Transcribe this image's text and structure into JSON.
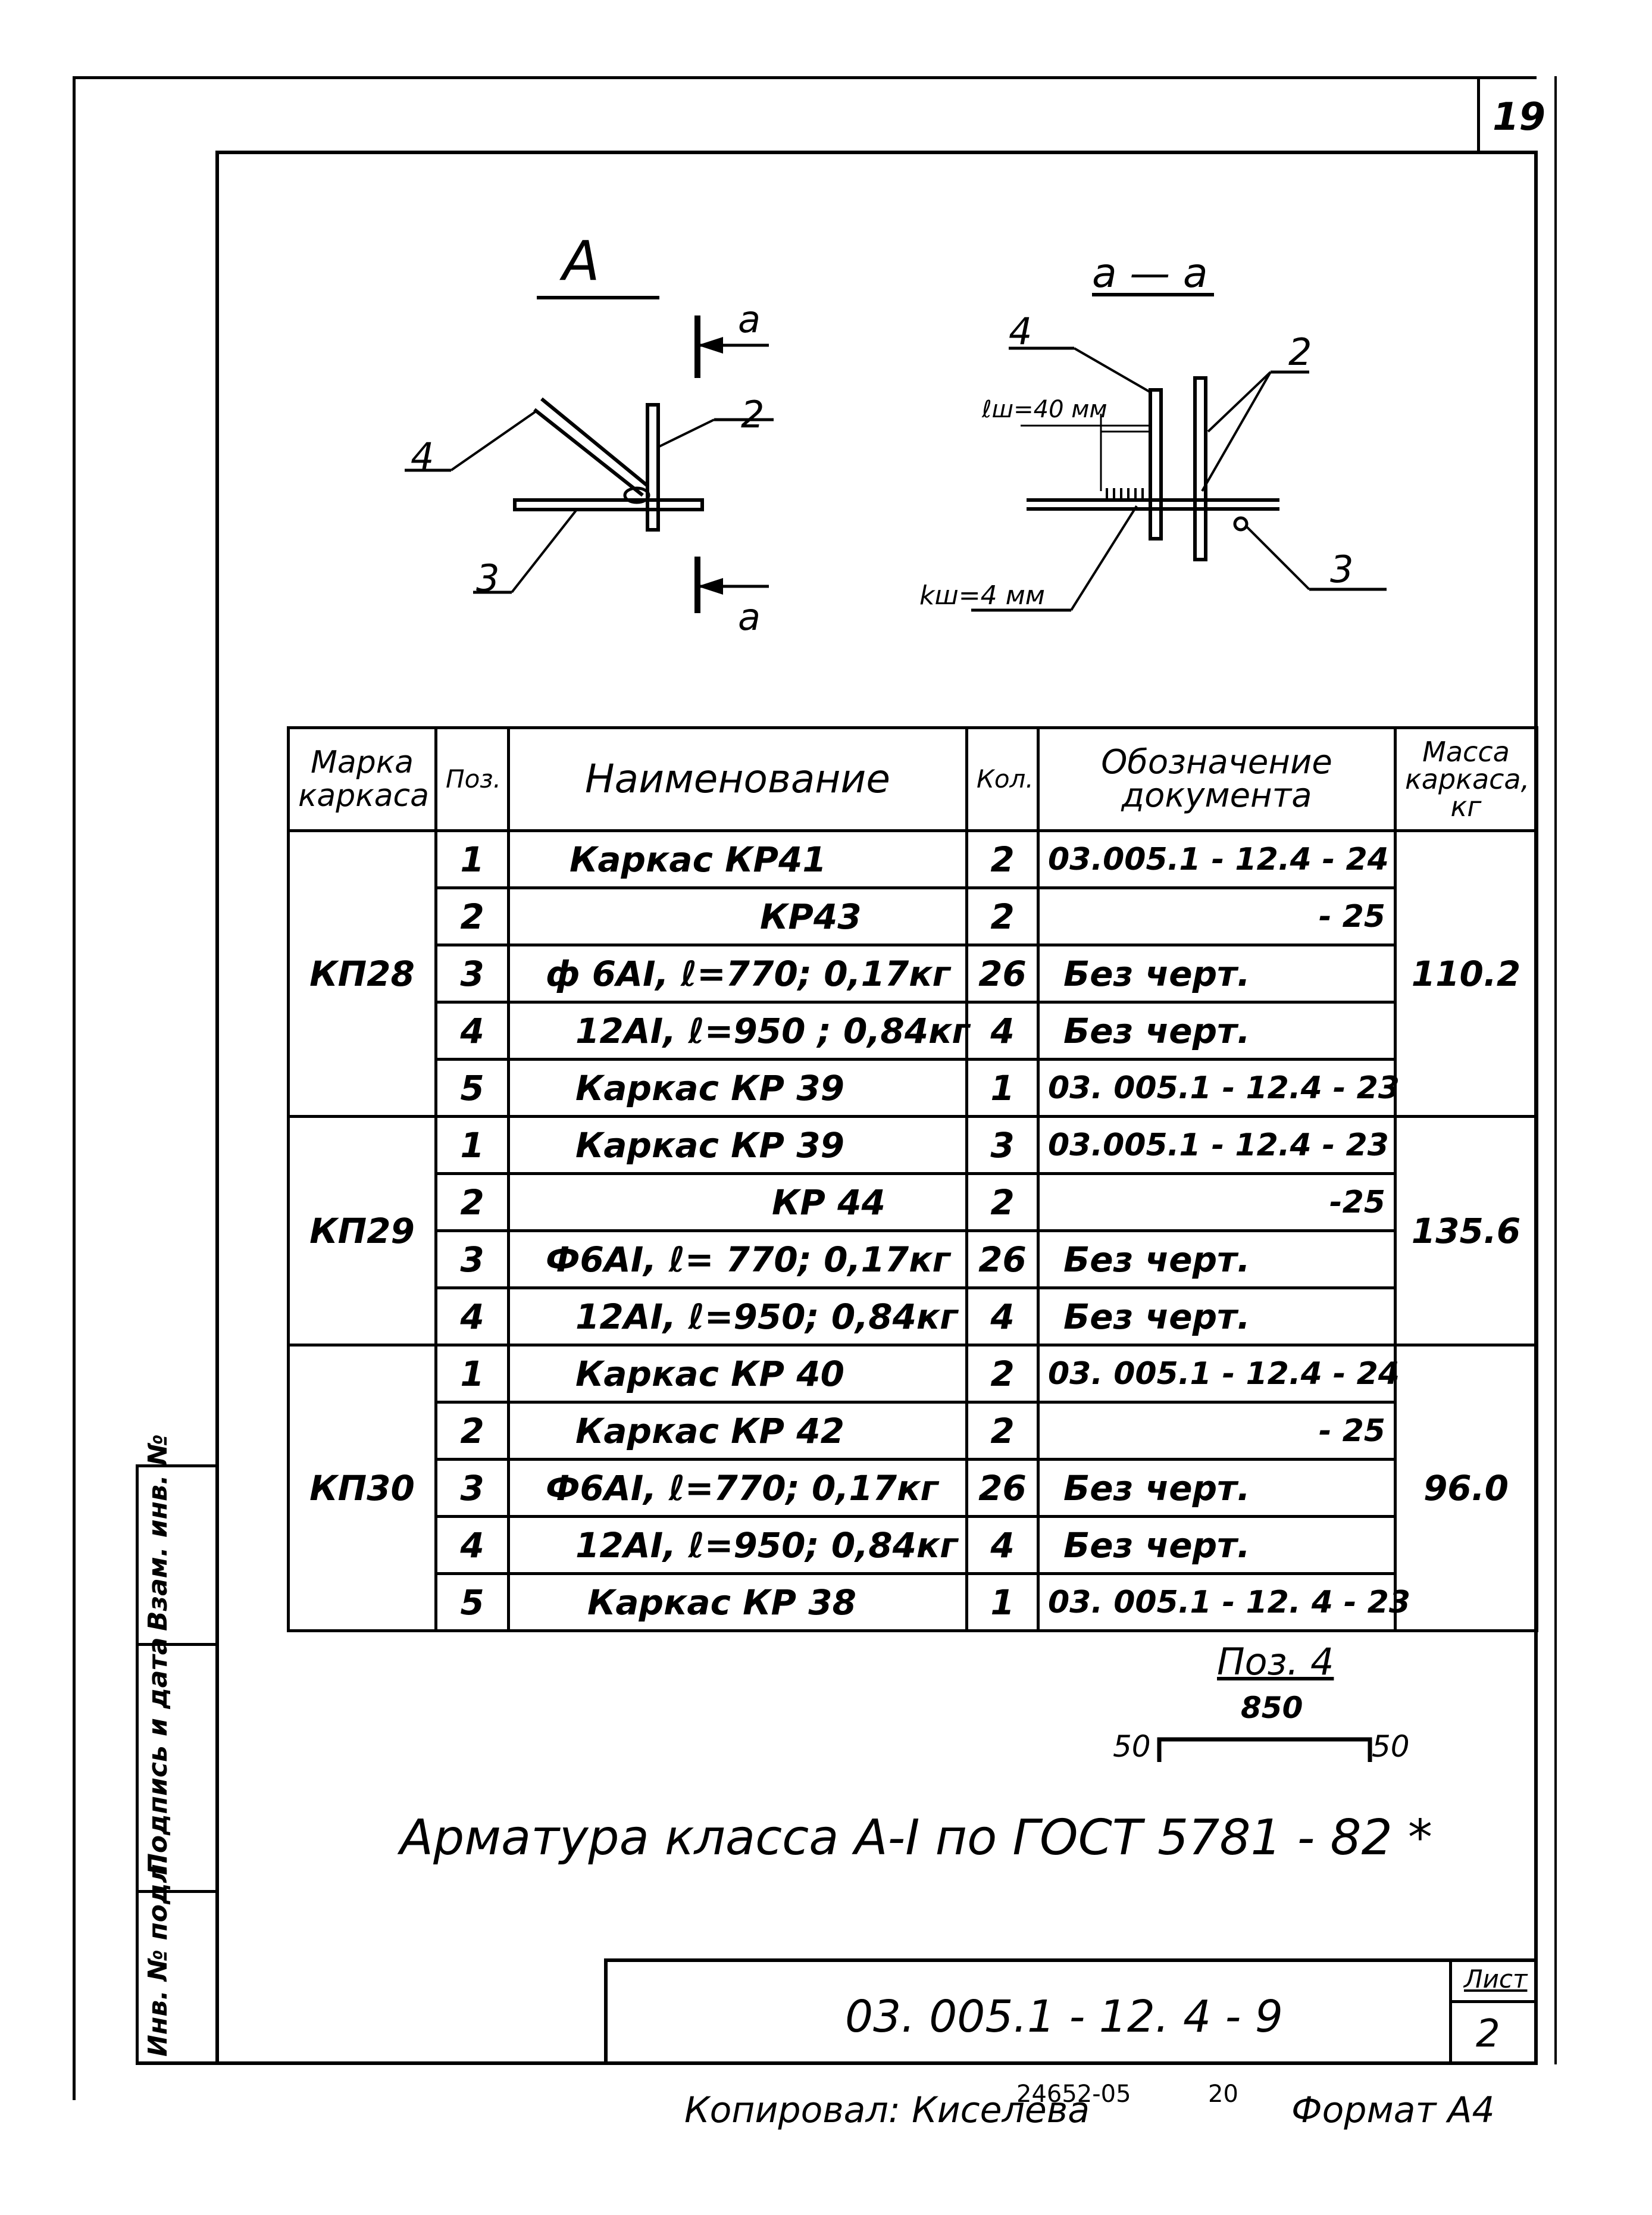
{
  "sheet_number": "19",
  "views": {
    "view_a": {
      "title": "A",
      "section_marker": "a",
      "callouts": [
        "4",
        "2",
        "3"
      ]
    },
    "section_aa": {
      "title": "a — a",
      "callouts": [
        "4",
        "2",
        "3"
      ],
      "weld_length": "ℓш=40 мм",
      "weld_leg": "kш=4 мм"
    }
  },
  "table": {
    "headers": {
      "mark": "Марка каркаса",
      "pos": "Поз.",
      "name": "Наименование",
      "qty": "Кол.",
      "doc": "Обозначение документа",
      "mass": "Масса каркаса, кг"
    },
    "groups": [
      {
        "mark": "КП28",
        "mass": "110.2",
        "rows": [
          {
            "pos": "1",
            "name": "Каркас  КР41",
            "qty": "2",
            "doc": "03.005.1 - 12.4 - 24"
          },
          {
            "pos": "2",
            "name": "КР43",
            "qty": "2",
            "doc": "- 25"
          },
          {
            "pos": "3",
            "name": "ф 6АI, ℓ=770; 0,17кг",
            "qty": "26",
            "doc": "Без черт."
          },
          {
            "pos": "4",
            "name": "12АI, ℓ=950 ; 0,84кг",
            "qty": "4",
            "doc": "Без черт."
          },
          {
            "pos": "5",
            "name": "Каркас  КР 39",
            "qty": "1",
            "doc": "03. 005.1 - 12.4 - 23"
          }
        ]
      },
      {
        "mark": "КП29",
        "mass": "135.6",
        "rows": [
          {
            "pos": "1",
            "name": "Каркас  КР 39",
            "qty": "3",
            "doc": "03.005.1 - 12.4 - 23"
          },
          {
            "pos": "2",
            "name": "КР 44",
            "qty": "2",
            "doc": "-25"
          },
          {
            "pos": "3",
            "name": "Ф6АI, ℓ= 770; 0,17кг",
            "qty": "26",
            "doc": "Без черт."
          },
          {
            "pos": "4",
            "name": "12АI, ℓ=950; 0,84кг",
            "qty": "4",
            "doc": "Без черт."
          }
        ]
      },
      {
        "mark": "КП30",
        "mass": "96.0",
        "rows": [
          {
            "pos": "1",
            "name": "Каркас  КР 40",
            "qty": "2",
            "doc": "03. 005.1 - 12.4 - 24"
          },
          {
            "pos": "2",
            "name": "Каркас  КР 42",
            "qty": "2",
            "doc": "- 25"
          },
          {
            "pos": "3",
            "name": "Ф6АI, ℓ=770; 0,17кг",
            "qty": "26",
            "doc": "Без черт."
          },
          {
            "pos": "4",
            "name": "12АI, ℓ=950; 0,84кг",
            "qty": "4",
            "doc": "Без черт."
          },
          {
            "pos": "5",
            "name": "Каркас  КР 38",
            "qty": "1",
            "doc": "03. 005.1 - 12. 4 - 23"
          }
        ]
      }
    ]
  },
  "pos4_detail": {
    "title": "Поз. 4",
    "length_mid": "850",
    "length_left": "50",
    "length_right": "50"
  },
  "note": "Арматура класса А-I по ГОСТ 5781 - 82 *",
  "side_stamp": [
    "Инв. № подл.",
    "Подпись и дата",
    "Взам. инв. №"
  ],
  "title_block": {
    "designation": "03. 005.1 - 12. 4 - 9",
    "sheet_label": "Лист",
    "sheet_value": "2"
  },
  "footer": {
    "copied": "Копировал: Киселева",
    "order": "24652-05",
    "num": "20",
    "format": "Формат А4"
  }
}
